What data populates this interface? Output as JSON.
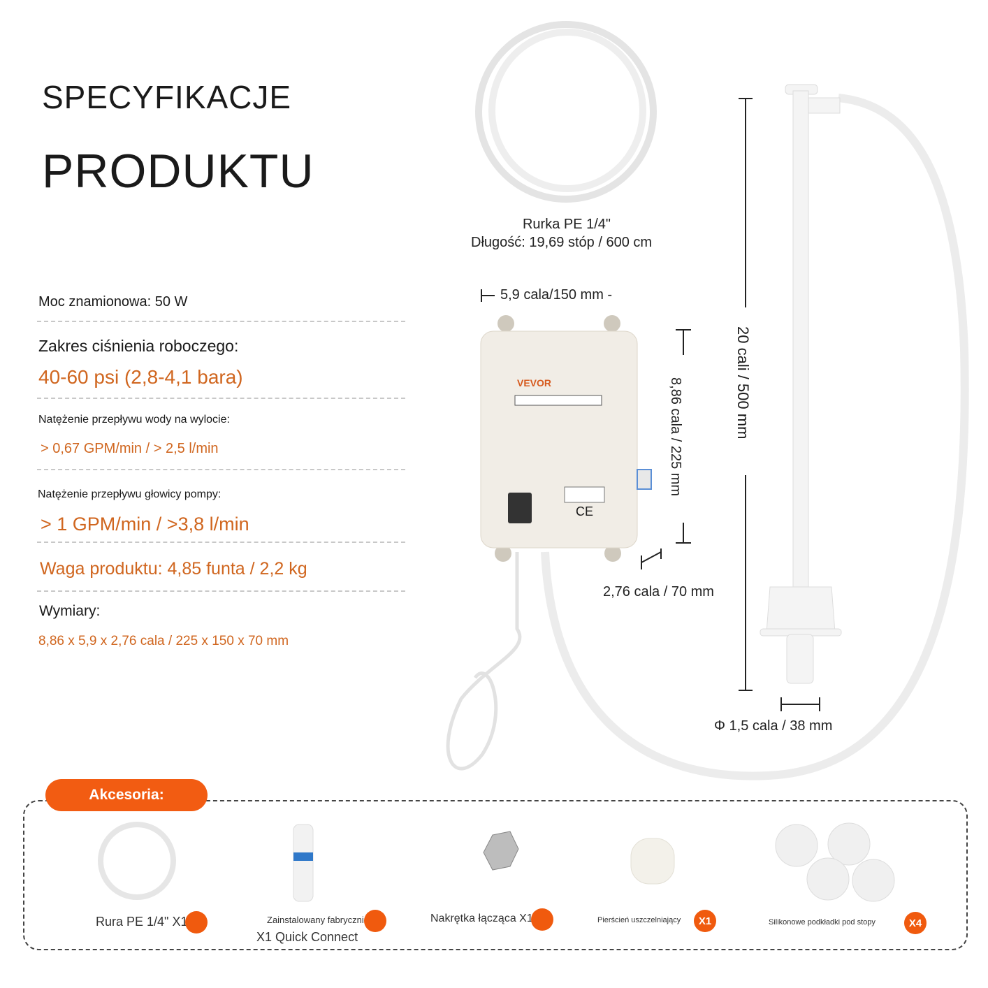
{
  "header": {
    "line1": "SPECYFIKACJE",
    "line2": "PRODUKTU"
  },
  "specs": {
    "power": "Moc znamionowa: 50 W",
    "pressure_label": "Zakres ciśnienia roboczego:",
    "pressure_value": "40-60 psi (2,8-4,1 bara)",
    "outlet_label": "Natężenie przepływu wody na wylocie:",
    "outlet_value": "> 0,67 GPM/min / > 2,5 l/min",
    "head_label": "Natężenie przepływu głowicy pompy:",
    "head_value": "> 1 GPM/min / >3,8 l/min",
    "weight": "Waga produktu: 4,85 funta / 2,2 kg",
    "dims_label": "Wymiary:",
    "dims_value": "8,86 x 5,9 x 2,76 cala / 225 x 150 x 70 mm"
  },
  "tube": {
    "name": "Rurka PE 1/4\"",
    "length": "Długość: 19,69 stóp / 600 cm"
  },
  "dimensions": {
    "width": "5,9 cala/150 mm -",
    "height": "8,86 cala / 225 mm",
    "depth": "2,76 cala / 70 mm",
    "wand_length": "20 cali / 500 mm",
    "diameter": "1,5 cala / 38 mm",
    "diameter_symbol": "Φ"
  },
  "pump": {
    "brand": "VEVOR",
    "ce": "CE"
  },
  "accessories": {
    "title": "Akcesoria:",
    "items": [
      {
        "label": "Rura PE 1/4\" X1",
        "badge": ""
      },
      {
        "label": "Zainstalowany fabrycznie",
        "label2": "X1 Quick Connect",
        "badge": ""
      },
      {
        "label": "Nakrętka łącząca X1",
        "badge": ""
      },
      {
        "label": "Pierścień uszczelniający",
        "badge": "X1"
      },
      {
        "label": "Silikonowe podkładki pod stopy",
        "badge": "X4"
      }
    ]
  },
  "colors": {
    "accent": "#f25c12",
    "spec_orange": "#d0661f"
  }
}
